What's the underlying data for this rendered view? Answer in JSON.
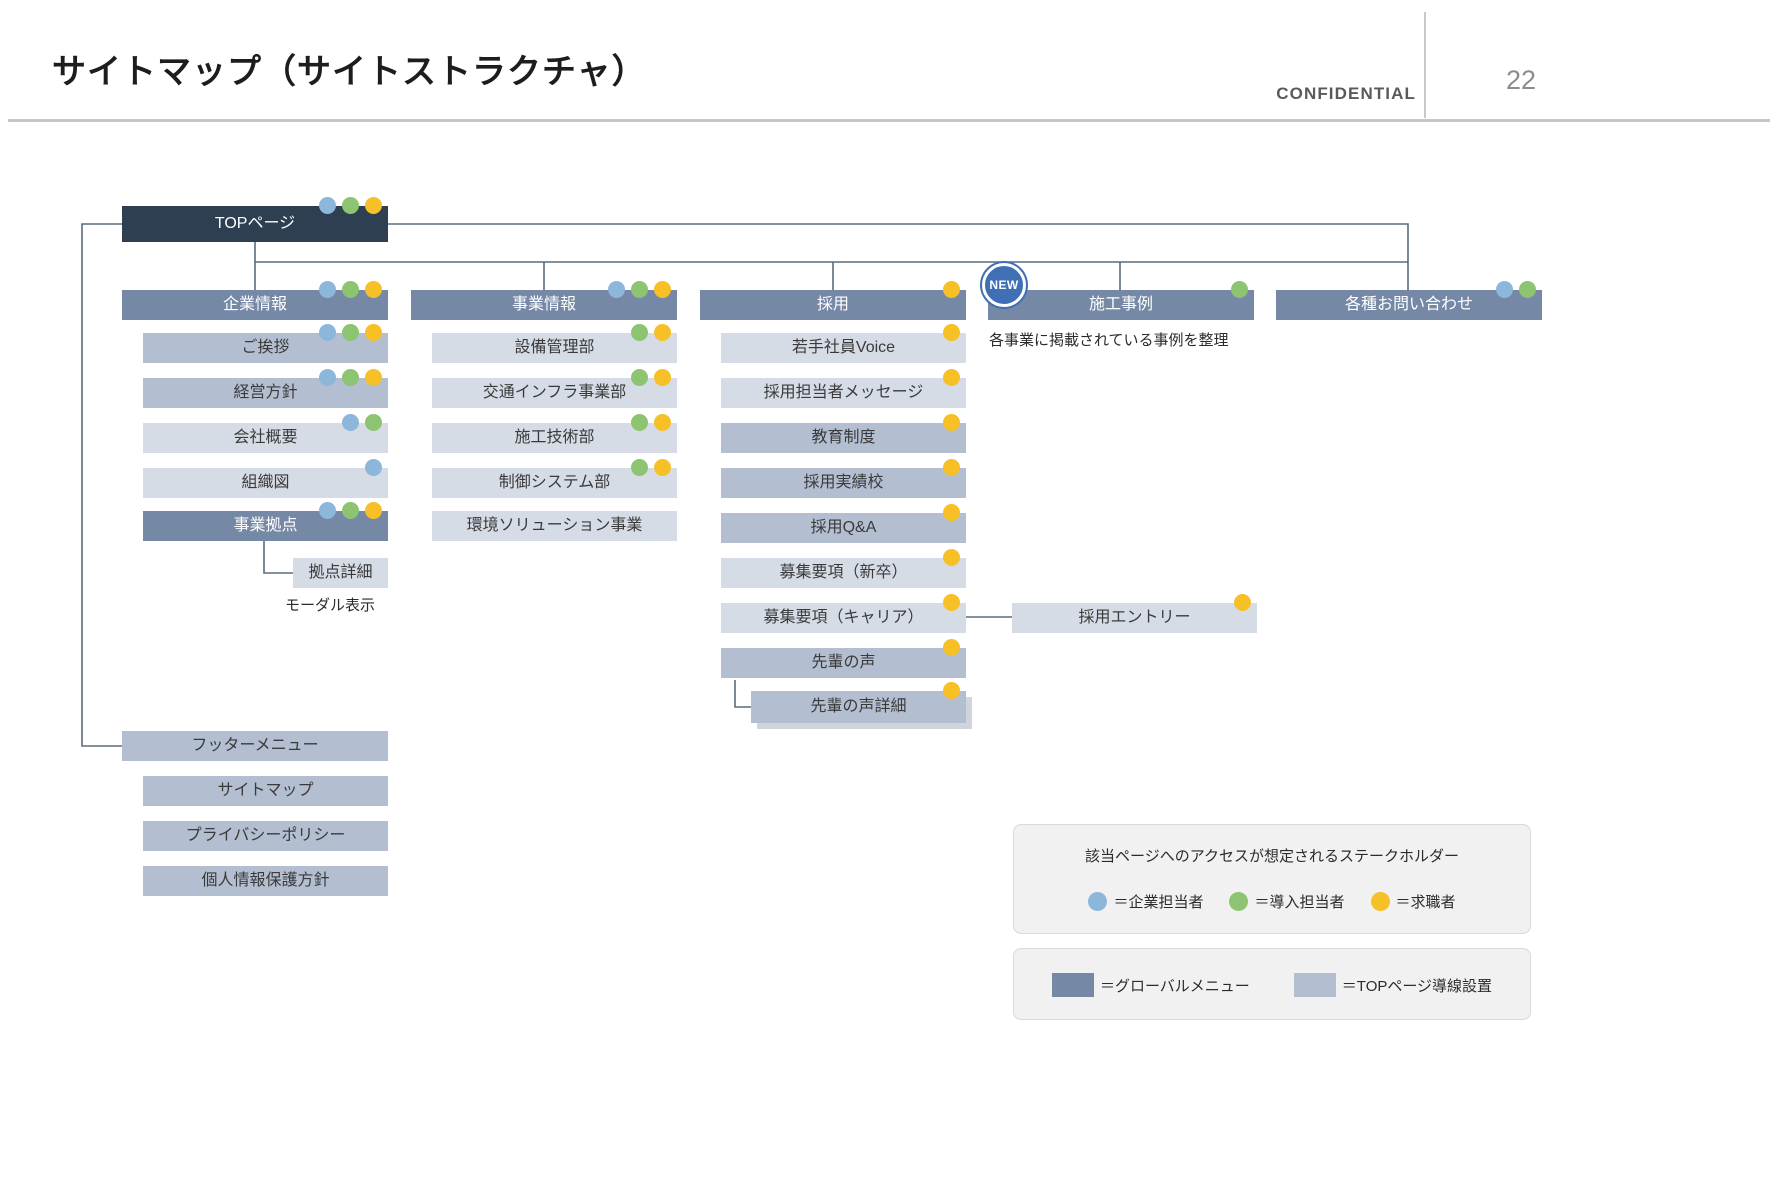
{
  "header": {
    "title": "サイトマップ（サイトストラクチャ）",
    "confidential": "CONFIDENTIAL",
    "page_number": "22"
  },
  "colors": {
    "top_node": "#2e3f52",
    "global_menu": "#7588a5",
    "sub_level": "#b3bfd1",
    "sub_level_light": "#d6dce6",
    "dot_blue": "#8db6db",
    "dot_green": "#8cc472",
    "dot_yellow": "#f6c026",
    "new_badge": "#3f6fb5"
  },
  "nodes": {
    "top": {
      "label": "TOPページ",
      "dots": [
        "blue",
        "green",
        "yellow"
      ]
    },
    "corp": {
      "label": "企業情報",
      "dots": [
        "blue",
        "green",
        "yellow"
      ]
    },
    "corp_greeting": {
      "label": "ご挨拶",
      "dots": [
        "blue",
        "green",
        "yellow"
      ]
    },
    "corp_policy": {
      "label": "経営方針",
      "dots": [
        "blue",
        "green",
        "yellow"
      ]
    },
    "corp_profile": {
      "label": "会社概要",
      "dots": [
        "blue",
        "green"
      ]
    },
    "corp_chart": {
      "label": "組織図",
      "dots": [
        "blue"
      ]
    },
    "corp_bases": {
      "label": "事業拠点",
      "dots": [
        "blue",
        "green",
        "yellow"
      ]
    },
    "corp_base_detail": {
      "label": "拠点詳細",
      "dots": []
    },
    "corp_base_note": {
      "label": "モーダル表示"
    },
    "biz": {
      "label": "事業情報",
      "dots": [
        "blue",
        "green",
        "yellow"
      ]
    },
    "biz_facility": {
      "label": "設備管理部",
      "dots": [
        "green",
        "yellow"
      ]
    },
    "biz_traffic": {
      "label": "交通インフラ事業部",
      "dots": [
        "green",
        "yellow"
      ]
    },
    "biz_construction": {
      "label": "施工技術部",
      "dots": [
        "green",
        "yellow"
      ]
    },
    "biz_control": {
      "label": "制御システム部",
      "dots": [
        "green",
        "yellow"
      ]
    },
    "biz_environment": {
      "label": "環境ソリューション事業",
      "dots": []
    },
    "recruit": {
      "label": "採用",
      "dots": [
        "yellow"
      ]
    },
    "recruit_voice": {
      "label": "若手社員Voice",
      "dots": [
        "yellow"
      ]
    },
    "recruit_message": {
      "label": "採用担当者メッセージ",
      "dots": [
        "yellow"
      ]
    },
    "recruit_education": {
      "label": "教育制度",
      "dots": [
        "yellow"
      ]
    },
    "recruit_schools": {
      "label": "採用実績校",
      "dots": [
        "yellow"
      ]
    },
    "recruit_qa": {
      "label": "採用Q&A",
      "dots": [
        "yellow"
      ]
    },
    "recruit_new_grad": {
      "label": "募集要項（新卒）",
      "dots": [
        "yellow"
      ]
    },
    "recruit_career": {
      "label": "募集要項（キャリア）",
      "dots": [
        "yellow"
      ]
    },
    "recruit_senpai": {
      "label": "先輩の声",
      "dots": [
        "yellow"
      ]
    },
    "recruit_senpai_detail": {
      "label": "先輩の声詳細",
      "dots": [
        "yellow"
      ]
    },
    "recruit_entry": {
      "label": "採用エントリー",
      "dots": [
        "yellow"
      ]
    },
    "works": {
      "label": "施工事例",
      "dots": [
        "green"
      ]
    },
    "works_note": {
      "label": "各事業に掲載されている事例を整理"
    },
    "works_badge": {
      "label": "NEW"
    },
    "contact": {
      "label": "各種お問い合わせ",
      "dots": [
        "blue",
        "green"
      ]
    },
    "footer_menu": {
      "label": "フッターメニュー",
      "dots": []
    },
    "footer_sitemap": {
      "label": "サイトマップ",
      "dots": []
    },
    "footer_privacy": {
      "label": "プライバシーポリシー",
      "dots": []
    },
    "footer_personal": {
      "label": "個人情報保護方針",
      "dots": []
    }
  },
  "legend_stakeholder": {
    "title": "該当ページへのアクセスが想定されるステークホルダー",
    "items": [
      {
        "color": "blue",
        "label": "＝企業担当者"
      },
      {
        "color": "green",
        "label": "＝導入担当者"
      },
      {
        "color": "yellow",
        "label": "＝求職者"
      }
    ]
  },
  "legend_type": {
    "items": [
      {
        "swatch": "gm",
        "label": "＝グローバルメニュー"
      },
      {
        "swatch": "top",
        "label": "＝TOPページ導線設置"
      }
    ]
  }
}
